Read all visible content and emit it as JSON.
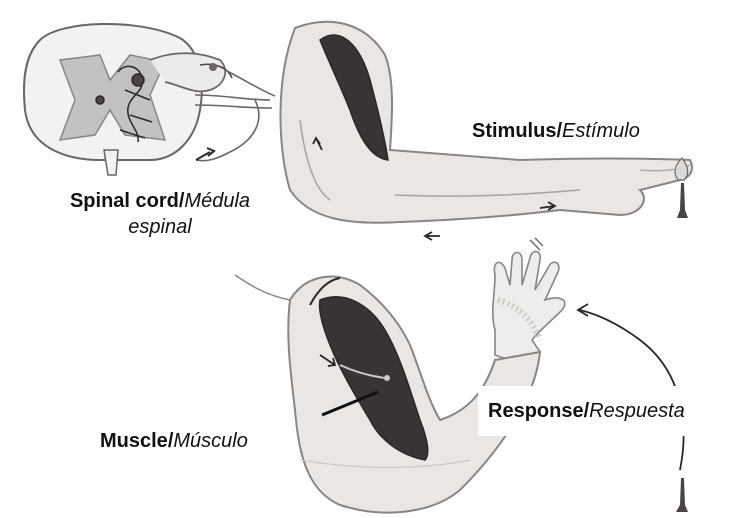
{
  "labels": {
    "spinal_cord": {
      "en": "Spinal cord",
      "sep": "/",
      "es_line1": "Médula",
      "es_line2": "espinal"
    },
    "stimulus": {
      "en": "Stimulus",
      "sep": "/",
      "es": "Estímulo"
    },
    "response": {
      "en": "Response",
      "sep": "/",
      "es": "Respuesta"
    },
    "muscle": {
      "en": "Muscle",
      "sep": "/",
      "es": "Músculo"
    }
  },
  "colors": {
    "skin": "#e9e6e3",
    "skin_shade": "#cfcac6",
    "muscle": "#3a3334",
    "outline": "#6b6664",
    "cord_gray": "#c4c2c1"
  },
  "icons": [
    "spinal-cord-section",
    "upper-arm-extended",
    "upper-arm-flexed",
    "hand-raised",
    "candle-flame"
  ]
}
